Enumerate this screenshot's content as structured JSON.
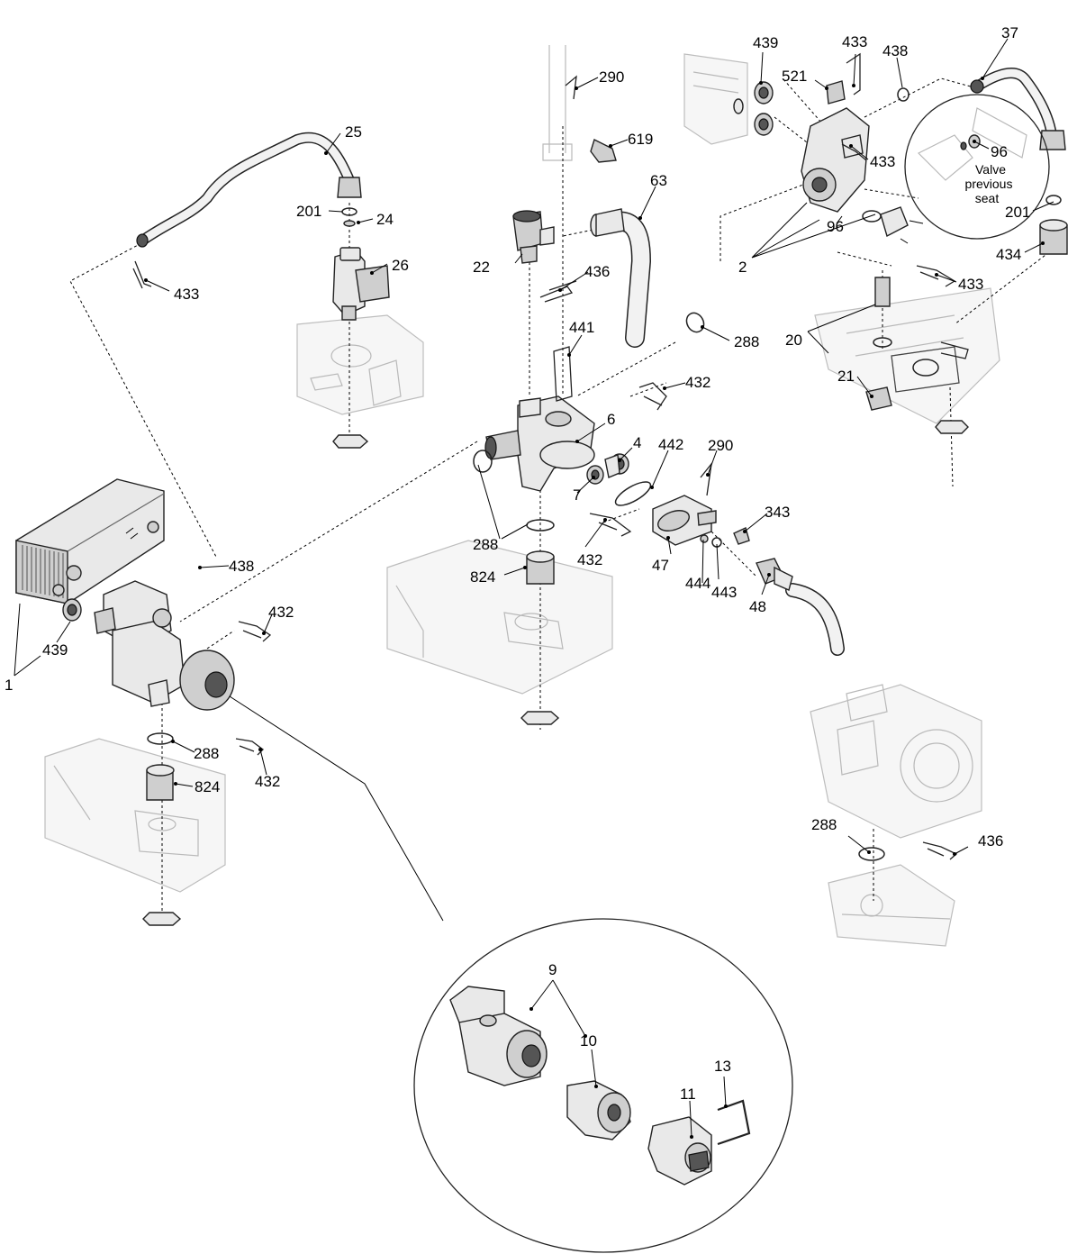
{
  "labels": {
    "l1": "1",
    "l2": "2",
    "l4": "4",
    "l6": "6",
    "l7": "7",
    "l9": "9",
    "l10": "10",
    "l11": "11",
    "l13": "13",
    "l20": "20",
    "l21": "21",
    "l22": "22",
    "l24": "24",
    "l25": "25",
    "l26": "26",
    "l37": "37",
    "l47": "47",
    "l48": "48",
    "l63": "63",
    "l96a": "96",
    "l96b": "96",
    "l201a": "201",
    "l201b": "201",
    "l288a": "288",
    "l288b": "288",
    "l288c": "288",
    "l288d": "288",
    "l290a": "290",
    "l290b": "290",
    "l343": "343",
    "l432a": "432",
    "l432b": "432",
    "l432c": "432",
    "l432d": "432",
    "l433a": "433",
    "l433b": "433",
    "l433c": "433",
    "l433d": "433",
    "l434": "434",
    "l436a": "436",
    "l436b": "436",
    "l438a": "438",
    "l438b": "438",
    "l439a": "439",
    "l439b": "439",
    "l441": "441",
    "l442": "442",
    "l443": "443",
    "l444": "444",
    "l521": "521",
    "l619": "619",
    "l824a": "824",
    "l824b": "824"
  },
  "valve_note": {
    "line1": "Valve",
    "line2": "previous",
    "line3": "seat"
  }
}
